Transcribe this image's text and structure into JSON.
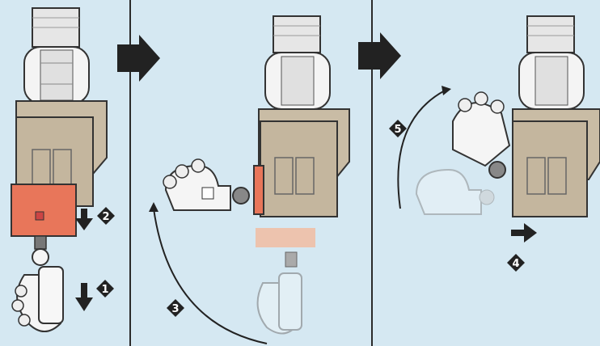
{
  "figure": {
    "panels": [
      {
        "name": "panel-1",
        "steps": [
          {
            "num": "2",
            "direction": "down"
          },
          {
            "num": "1",
            "direction": "down"
          }
        ]
      },
      {
        "name": "panel-2",
        "steps": [
          {
            "num": "3",
            "direction": "rotate-up"
          }
        ]
      },
      {
        "name": "panel-3",
        "steps": [
          {
            "num": "5",
            "direction": "rotate-up"
          },
          {
            "num": "4",
            "direction": "right"
          }
        ]
      }
    ],
    "colors": {
      "background": "#d5e8f2",
      "body": "#c9bca5",
      "body_dark": "#a89a82",
      "orange_part": "#e8765a",
      "white_part": "#f5f5f5",
      "outline": "#333333",
      "ghost": "#e3eef2"
    },
    "step_numbers": {
      "s1": "1",
      "s2": "2",
      "s3": "3",
      "s4": "4",
      "s5": "5"
    }
  }
}
